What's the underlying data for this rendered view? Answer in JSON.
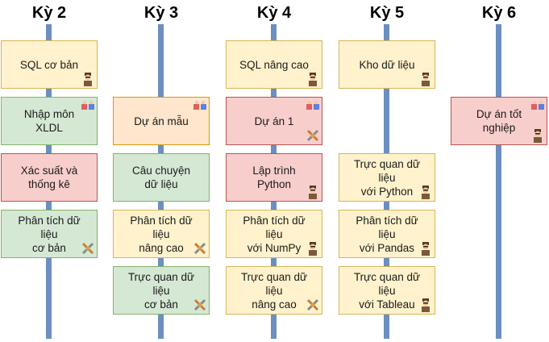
{
  "columns": [
    {
      "title": "Kỳ 2",
      "cards": [
        {
          "label": "SQL cơ bản",
          "color": "yellow",
          "icon": "scientist-icon"
        },
        {
          "label": "Nhập môn XLDL",
          "color": "green",
          "icon": "puzzle-hands-icon"
        },
        {
          "label": "Xác suất và\nthống kê",
          "color": "red",
          "icon": ""
        },
        {
          "label": "Phân tích dữ liệu\ncơ bản",
          "color": "green",
          "icon": "tools-icon"
        }
      ]
    },
    {
      "title": "Kỳ 3",
      "cards": [
        {
          "label": "",
          "color": "",
          "icon": ""
        },
        {
          "label": "Dự án mẫu",
          "color": "orange",
          "icon": "puzzle-hands-icon"
        },
        {
          "label": "Câu chuyện\ndữ liệu",
          "color": "green",
          "icon": ""
        },
        {
          "label": "Phân tích dữ liệu\nnâng cao",
          "color": "yellow",
          "icon": "tools-icon"
        },
        {
          "label": "Trực quan dữ liệu\ncơ bản",
          "color": "green",
          "icon": "tools-icon"
        }
      ]
    },
    {
      "title": "Kỳ 4",
      "cards": [
        {
          "label": "SQL nâng cao",
          "color": "yellow",
          "icon": "scientist-icon"
        },
        {
          "label": "Dự án 1",
          "color": "red",
          "icon": "puzzle-hands-icon+tools-icon"
        },
        {
          "label": "Lập trình Python",
          "color": "red",
          "icon": "scientist-icon"
        },
        {
          "label": "Phân tích dữ liệu\nvới NumPy",
          "color": "yellow",
          "icon": "scientist-icon"
        },
        {
          "label": "Trực quan dữ liệu\nnâng cao",
          "color": "yellow",
          "icon": "tools-icon"
        }
      ]
    },
    {
      "title": "Kỳ 5",
      "cards": [
        {
          "label": "Kho dữ liệu",
          "color": "yellow",
          "icon": "scientist-icon"
        },
        {
          "label": "",
          "color": "",
          "icon": ""
        },
        {
          "label": "Trực quan dữ liệu\nvới Python",
          "color": "yellow",
          "icon": "scientist-icon"
        },
        {
          "label": "Phân tích dữ liệu\nvới Pandas",
          "color": "yellow",
          "icon": "scientist-icon"
        },
        {
          "label": "Trực quan dữ liệu\nvới Tableau",
          "color": "yellow",
          "icon": "scientist-icon"
        }
      ]
    },
    {
      "title": "Kỳ 6",
      "cards": [
        {
          "label": "",
          "color": "",
          "icon": ""
        },
        {
          "label": "Dự án tốt nghiệp",
          "color": "red",
          "icon": "puzzle-hands-icon+scientist-icon"
        }
      ]
    }
  ],
  "colors": {
    "yellow": "#fff2cc",
    "green": "#d5e8d4",
    "red": "#f8cecc",
    "orange": "#ffe6cc",
    "rail": "#6b8fc0"
  }
}
